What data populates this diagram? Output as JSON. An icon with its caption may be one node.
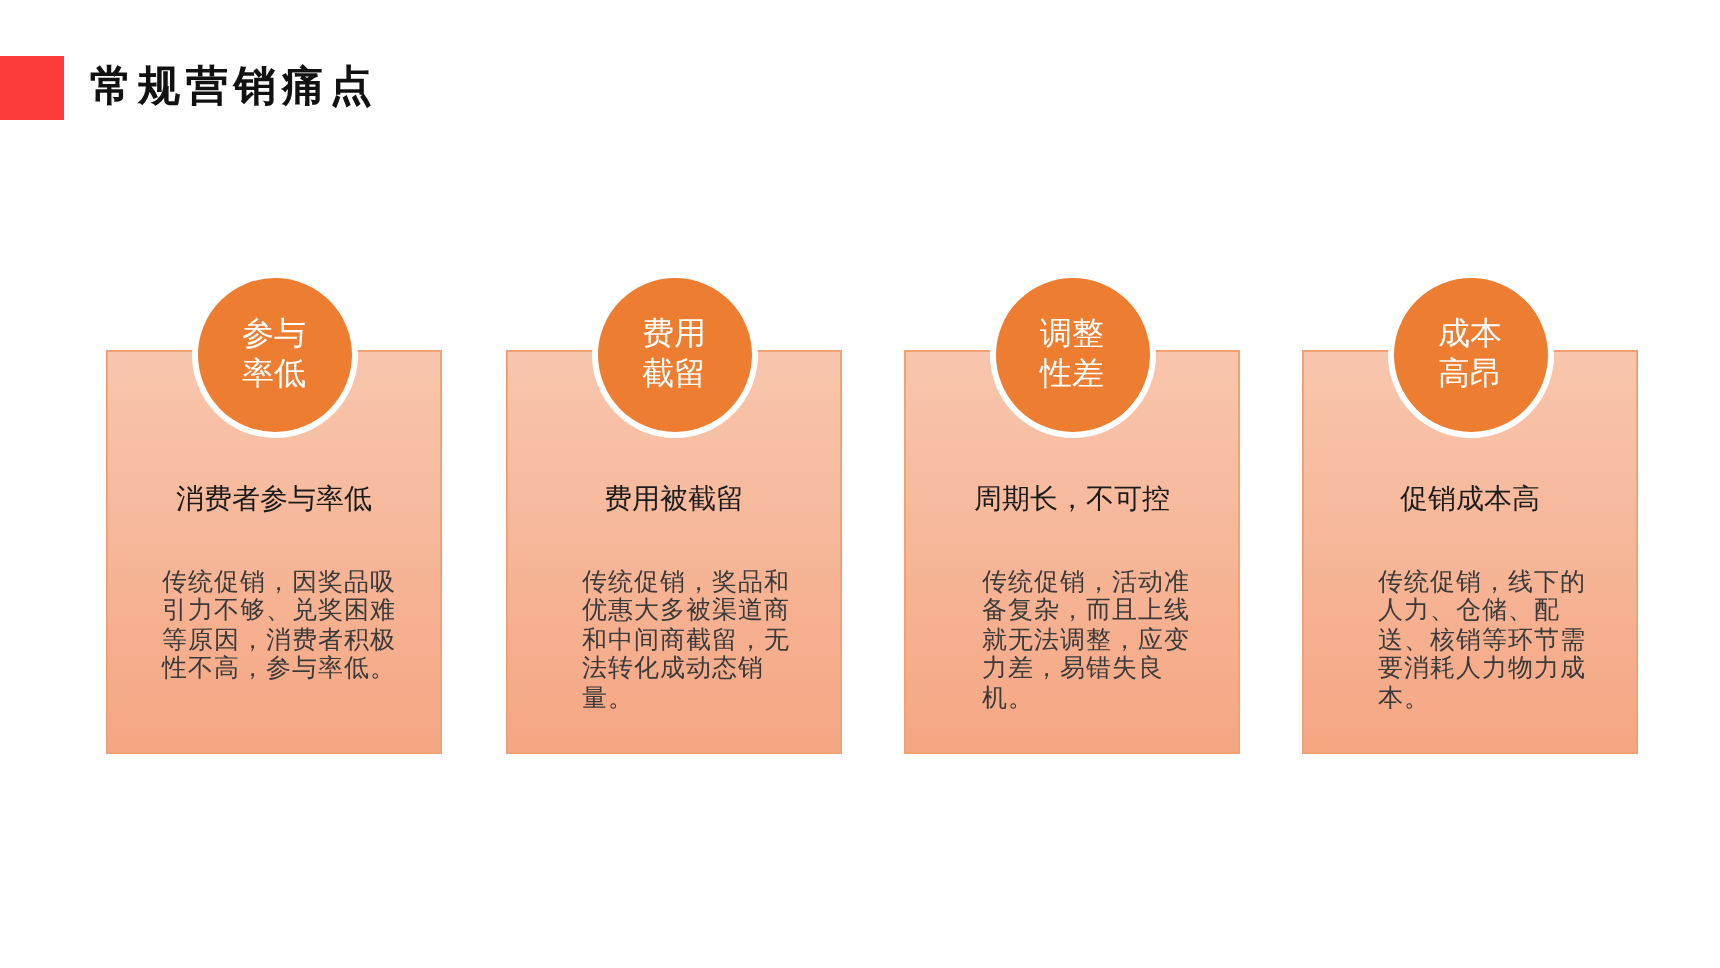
{
  "diagram": {
    "title": "常规营销痛点",
    "nodes": [
      {
        "text": [
          "参与率低"
        ]
      },
      {
        "text": [
          "消费者参与率低",
          "传统促销，因奖品吸引力不够、兑奖困难等原因，消费者积极性不高，参与率低。"
        ]
      },
      {
        "text": [
          "费用截留"
        ]
      },
      {
        "text": [
          "费用被截留",
          "传统促销，奖品和优惠大多被渠道商和中间商截留，无法转化成动态销量。"
        ]
      },
      {
        "text": [
          "调整性差"
        ]
      },
      {
        "text": [
          "周期长，不可控",
          "传统促销，活动准备复杂，而且上线就无法调整，应变力差，易错失良机。"
        ]
      },
      {
        "text": [
          "成本高昂"
        ]
      },
      {
        "text": [
          "促销成本高",
          "传统促销，线下的人力、仓储、配送、核销等环节需要消耗人力物力成本。"
        ]
      }
    ]
  }
}
